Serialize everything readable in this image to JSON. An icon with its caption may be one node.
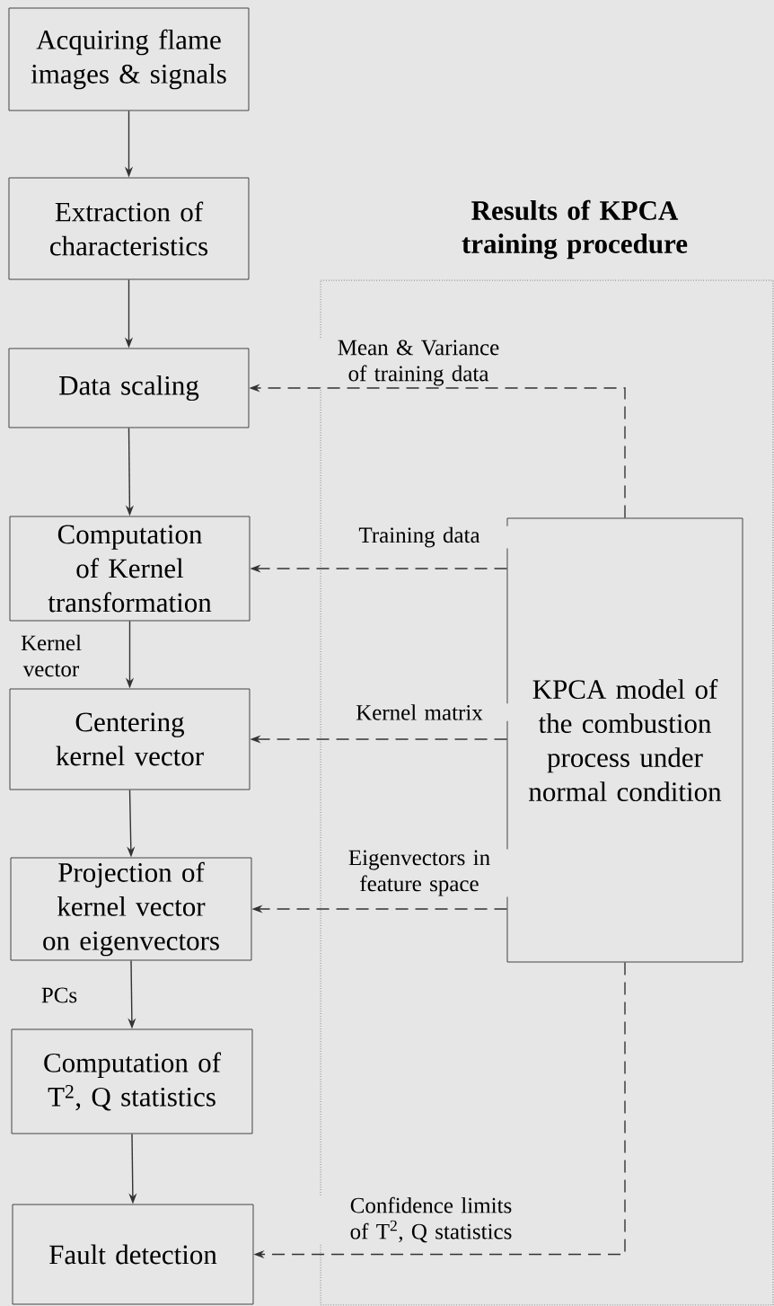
{
  "diagram": {
    "nodes": [
      {
        "text": [
          "Acquiring flame images & signals"
        ]
      },
      {
        "text": [
          "Extraction of characteristics"
        ]
      },
      {
        "text": [
          "Results of KPCA training procedure"
        ]
      },
      {
        "text": [
          "Data scaling"
        ]
      },
      {
        "text": [
          "Computation of Kernel transformation"
        ]
      },
      {
        "text": [
          "Centering kernel vector"
        ]
      },
      {
        "text": [
          "Projection of kernel vector on eigenvectors"
        ]
      },
      {
        "text": [
          "Computation of T$^{2}$, Q statistics"
        ]
      },
      {
        "text": [
          "Fault detection"
        ]
      },
      {
        "text": [
          "KPCA model of the combustion process under normal condition"
        ],
        "in": 2
      }
    ],
    "edges": [
      {
        "from": 0,
        "to": 1,
        "arrow": "to"
      },
      {
        "from": 1,
        "to": 3,
        "arrow": "to"
      },
      {
        "from": 3,
        "to": 4,
        "arrow": "to"
      },
      {
        "from": 4,
        "to": 5,
        "arrow": "to",
        "label": "Kernel vector"
      },
      {
        "from": 5,
        "to": 6,
        "arrow": "to"
      },
      {
        "from": 6,
        "to": 7,
        "arrow": "to",
        "label": "PCs"
      },
      {
        "from": 7,
        "to": 8,
        "arrow": "to"
      },
      {
        "from": 9,
        "to": 3,
        "arrow": "to",
        "style": "dashed",
        "label": "Mean & Variance of training data"
      },
      {
        "from": 9,
        "to": 4,
        "arrow": "to",
        "style": "dashed",
        "label": "Training data"
      },
      {
        "from": 9,
        "to": 5,
        "arrow": "to",
        "style": "dashed",
        "label": "Kernel matrix"
      },
      {
        "from": 9,
        "to": 6,
        "arrow": "to",
        "style": "dashed",
        "label": "Eigenvectors in feature space"
      },
      {
        "from": 9,
        "to": 8,
        "arrow": "to",
        "style": "dashed",
        "label": "Confidence limits of T$^{2}$, Q statistics"
      }
    ]
  }
}
